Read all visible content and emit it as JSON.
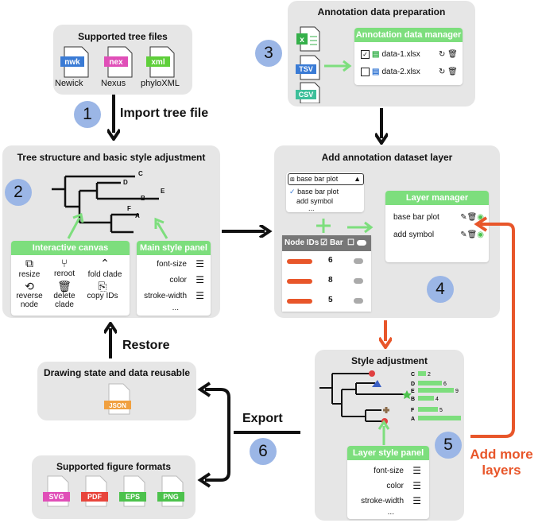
{
  "supported_tree_files": {
    "title": "Supported tree files",
    "files": [
      {
        "ext": "nwk",
        "name": "Newick",
        "color": "#3a7bd5"
      },
      {
        "ext": "nex",
        "name": "Nexus",
        "color": "#e04fb8"
      },
      {
        "ext": "xml",
        "name": "phyloXML",
        "color": "#5fcf3a"
      }
    ]
  },
  "step1": {
    "num": "1",
    "label": "Import tree file"
  },
  "annotation_prep": {
    "title": "Annotation data preparation",
    "num": "3",
    "icons": [
      "TSV",
      "CSV"
    ],
    "manager_title": "Annotation data manager",
    "files": [
      "data-1.xlsx",
      "data-2.xlsx"
    ]
  },
  "tree_structure": {
    "title": "Tree structure and basic style adjustment",
    "num": "2",
    "leaves": [
      "C",
      "D",
      "E",
      "B",
      "F",
      "A"
    ],
    "canvas_title": "Interactive canvas",
    "tools": [
      "resize",
      "reroot",
      "fold clade",
      "reverse node",
      "delete clade",
      "copy IDs"
    ],
    "style_title": "Main style panel",
    "style_items": [
      "font-size",
      "color",
      "stroke-width",
      "..."
    ]
  },
  "add_layer": {
    "title": "Add annotation dataset layer",
    "num": "4",
    "dropdown_selected": "base bar plot",
    "dropdown_options": [
      "base bar plot",
      "add symbol",
      "..."
    ],
    "table_headers": [
      "Node IDs",
      "Bar"
    ],
    "table_values": [
      "6",
      "8",
      "5"
    ],
    "layer_manager_title": "Layer manager",
    "layers": [
      "base bar plot",
      "add symbol"
    ]
  },
  "style_adjustment": {
    "title": "Style adjustment",
    "num": "5",
    "leaves": [
      "C",
      "D",
      "E",
      "B",
      "F",
      "A"
    ],
    "bar_values": [
      2,
      6,
      9,
      4,
      5,
      11
    ],
    "layer_style_title": "Layer style panel",
    "style_items": [
      "font-size",
      "color",
      "stroke-width",
      "..."
    ]
  },
  "restore": {
    "label": "Restore"
  },
  "drawing_state": {
    "title": "Drawing state and data reusable",
    "icon": "JSON"
  },
  "export": {
    "label": "Export",
    "num": "6"
  },
  "figure_formats": {
    "title": "Supported figure formats",
    "formats": [
      {
        "ext": "SVG",
        "color": "#e04fb8"
      },
      {
        "ext": "PDF",
        "color": "#e8453c"
      },
      {
        "ext": "EPS",
        "color": "#4cc24c"
      },
      {
        "ext": "PNG",
        "color": "#4cc24c"
      }
    ]
  },
  "add_more": {
    "label": "Add more layers"
  },
  "colors": {
    "green": "#7dde7d",
    "orange": "#e8562a",
    "blue": "#9bb6e6",
    "grey": "#e6e6e6"
  }
}
